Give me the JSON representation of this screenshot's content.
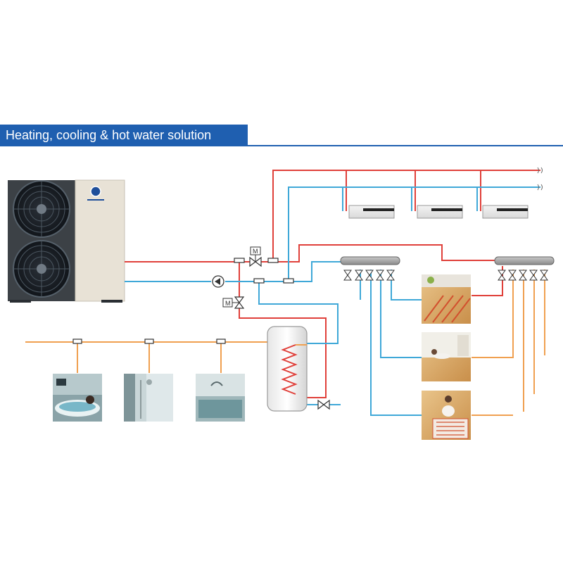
{
  "title": "Heating, cooling & hot water solution",
  "valve_label": "M",
  "colors": {
    "hot_pipe": "#e0403a",
    "cold_pipe": "#3fa8d8",
    "dhw_pipe": "#f0a050",
    "title_bar": "#1f5fb0",
    "heat_pump_body": "#3c4146",
    "heat_pump_panel": "#e8e2d6"
  },
  "components": {
    "heat_pump": "heat pump outdoor unit",
    "fan_coils": [
      "fan coil unit",
      "fan coil unit",
      "fan coil unit"
    ],
    "manifolds": [
      "floor heating manifold",
      "floor heating manifold"
    ],
    "water_tank": "hot water storage tank",
    "circulation_pump": "circulation pump",
    "motorized_valves": [
      "motorized valve",
      "motorized valve"
    ],
    "hot_water_outlets": [
      "bathtub",
      "shower",
      "sink"
    ],
    "floor_rooms": [
      "floor heating room",
      "floor heating room",
      "floor heating room"
    ]
  },
  "icons": {
    "continuation": "break-mark-icon",
    "valve": "valve-icon",
    "pump": "pump-icon",
    "tee": "tee-fitting-icon"
  }
}
